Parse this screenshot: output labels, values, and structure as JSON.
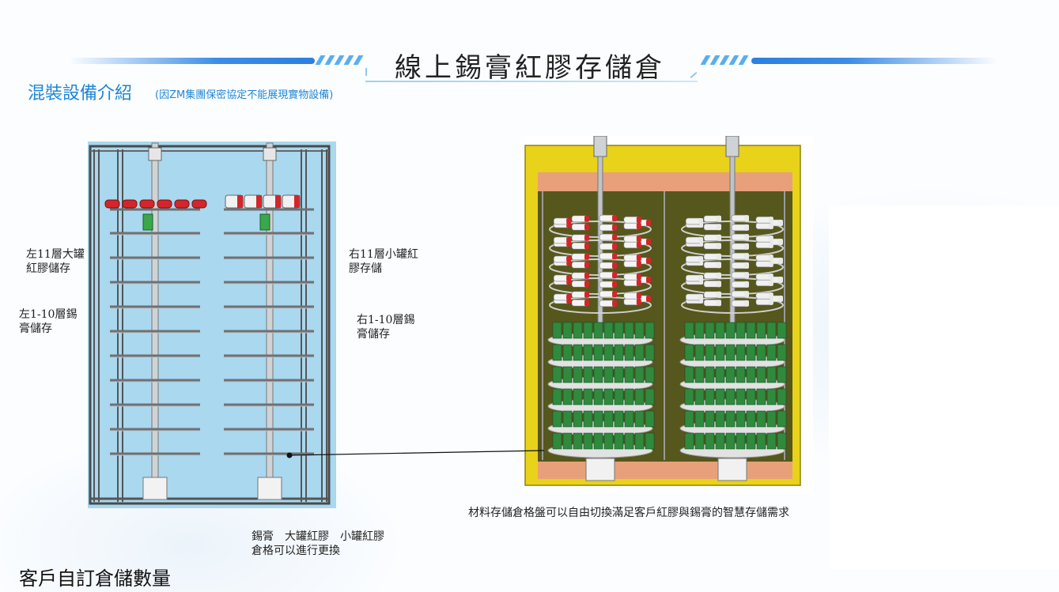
{
  "header": {
    "title": "線上錫膏紅膠存儲倉"
  },
  "section": {
    "title": "混裝設備介紹",
    "note": "(因ZM集團保密協定不能展現實物設備)"
  },
  "labels": {
    "left_top": [
      "左11層大罐",
      "紅膠儲存"
    ],
    "left_bottom": [
      "左1-10層錫",
      "膏儲存"
    ],
    "right_top": [
      "右11層小罐紅",
      "膠存儲"
    ],
    "right_bottom": [
      "右1-10層錫",
      "膏儲存"
    ],
    "bin_note": [
      "錫膏　大罐紅膠　小罐紅膠",
      "倉格可以進行更換"
    ]
  },
  "caption": "材料存儲倉格盤可以自由切換滿足客戶紅膠與錫膏的智慧存儲需求",
  "footer": "客戶自訂倉儲數量",
  "colors": {
    "accent_blue": "#1f86d6",
    "schematic_bg": "#a9d8ef",
    "cabinet_yellow": "#e8d21a",
    "cabinet_inner": "#55571c",
    "paste_green": "#2f8a3e",
    "glue_red": "#d3262a"
  },
  "icons": [
    "leader-line",
    "leader-dot"
  ]
}
